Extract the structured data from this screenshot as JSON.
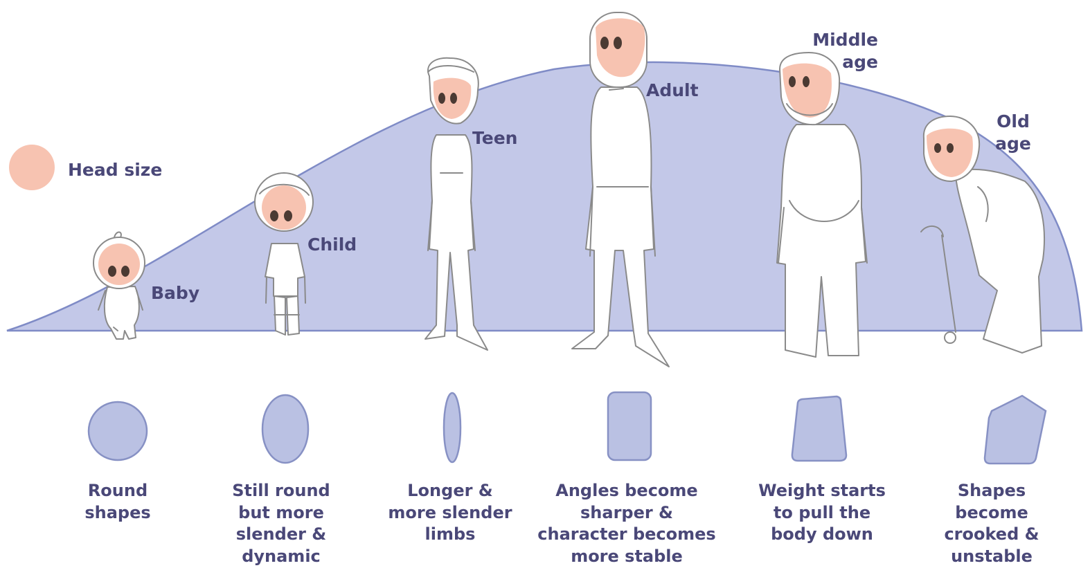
{
  "legend": {
    "label": "Head size",
    "head_color": "#f7c3b1"
  },
  "curve_color": "#c3c8e8",
  "text_color": "#4a4878",
  "stages": [
    {
      "name": "Baby",
      "shape": "circle",
      "description": [
        "Round",
        "shapes"
      ]
    },
    {
      "name": "Child",
      "shape": "oval",
      "description": [
        "Still round",
        "but more",
        "slender &",
        "dynamic"
      ]
    },
    {
      "name": "Teen",
      "shape": "thin-ellipse",
      "description": [
        "Longer &",
        "more slender",
        "limbs"
      ]
    },
    {
      "name": "Adult",
      "shape": "rounded-rectangle",
      "description": [
        "Angles become",
        "sharper &",
        "character becomes",
        "more stable"
      ]
    },
    {
      "name_lines": [
        "Middle",
        "age"
      ],
      "shape": "trapezoid",
      "description": [
        "Weight starts",
        "to pull the",
        "body down"
      ]
    },
    {
      "name_lines": [
        "Old",
        "age"
      ],
      "shape": "crooked-polygon",
      "description": [
        "Shapes",
        "become",
        "crooked &",
        "unstable"
      ]
    }
  ]
}
